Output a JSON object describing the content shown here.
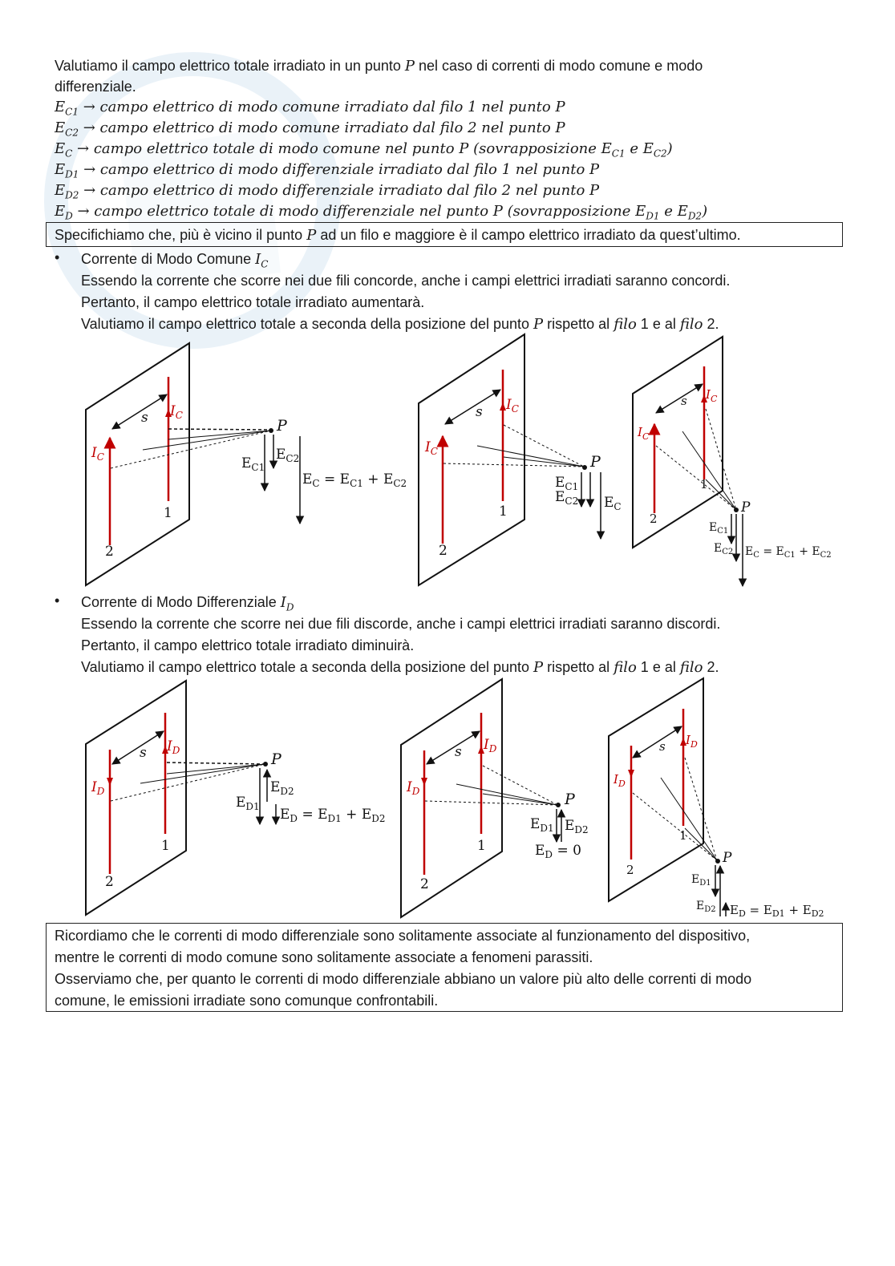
{
  "intro": {
    "line1_a": "Valutiamo il campo elettrico totale irradiato in un punto ",
    "P": "P",
    "line1_b": " nel caso di correnti di modo comune e modo",
    "line2": "differenziale."
  },
  "definitions": [
    {
      "sym": "E",
      "sub": "C1",
      "text": " → campo elettrico di modo comune irradiato dal filo 1 nel punto P"
    },
    {
      "sym": "E",
      "sub": "C2",
      "text": " → campo elettrico di modo comune irradiato dal filo 2 nel punto P"
    },
    {
      "sym": "E",
      "sub": "C",
      "text": " → campo elettrico totale di modo comune nel punto P (sovrapposizione E",
      "s1": "C1",
      "mid": " e E",
      "s2": "C2",
      "end": ")"
    },
    {
      "sym": "E",
      "sub": "D1",
      "text": " → campo elettrico di modo differenziale irradiato dal filo 1 nel punto P"
    },
    {
      "sym": "E",
      "sub": "D2",
      "text": " → campo elettrico di modo differenziale irradiato dal filo 2 nel punto P"
    },
    {
      "sym": "E",
      "sub": "D",
      "text": " → campo elettrico totale di modo differenziale nel punto P (sovrapposizione E",
      "s1": "D1",
      "mid": " e E",
      "s2": "D2",
      "end": ")"
    }
  ],
  "box1": {
    "a": "Specifichiamo che, più è vicino il punto ",
    "P": "P",
    "b": " ad un filo e maggiore è il campo elettrico irradiato da quest’ultimo."
  },
  "common": {
    "bullet": "•",
    "title": "Corrente di Modo Comune ",
    "sym": "I",
    "sub": "C",
    "l1": "Essendo la corrente che scorre nei due fili concorde, anche i campi elettrici irradiati saranno concordi.",
    "l2": "Pertanto, il campo elettrico totale irradiato aumentarà.",
    "l3a": "Valutiamo il campo elettrico totale a seconda della posizione del punto ",
    "l3P": "P",
    "l3b": " rispetto al ",
    "filo": "filo",
    "one": " 1",
    "and": " e al ",
    "two": " 2."
  },
  "differential": {
    "bullet": "•",
    "title": "Corrente di Modo Differenziale ",
    "sym": "I",
    "sub": "D",
    "l1": "Essendo la corrente che scorre nei due fili discorde, anche i campi elettrici irradiati saranno discordi.",
    "l2": "Pertanto, il campo elettrico totale irradiato diminuirà.",
    "l3a": "Valutiamo il campo elettrico totale a seconda della posizione del punto ",
    "l3P": "P",
    "l3b": " rispetto al ",
    "filo": "filo",
    "one": " 1",
    "and": " e al ",
    "two": " 2."
  },
  "box2": {
    "l1": "Ricordiamo che le correnti di modo differenziale sono solitamente associate al funzionamento del dispositivo,",
    "l2": "mentre le correnti di modo comune sono solitamente associate a fenomeni parassiti.",
    "l3": "Osserviamo che, per quanto le correnti di modo differenziale abbiano un valore più alto delle correnti di modo",
    "l4": "comune, le emissioni irradiate sono comunque confrontabili."
  },
  "figures": {
    "s": "s",
    "P": "P",
    "wire1": "1",
    "wire2": "2",
    "IC": "I",
    "ICsub": "C",
    "ID": "I",
    "IDsub": "D",
    "EC1": "C1",
    "EC2": "C2",
    "EC": "C",
    "ED1": "D1",
    "ED2": "D2",
    "ED": "D",
    "EC_sum": " = E",
    "plus": " + E",
    "ED_zero": " = 0",
    "E": "E"
  },
  "colors": {
    "wire": "#c00000",
    "ink": "#111111"
  }
}
